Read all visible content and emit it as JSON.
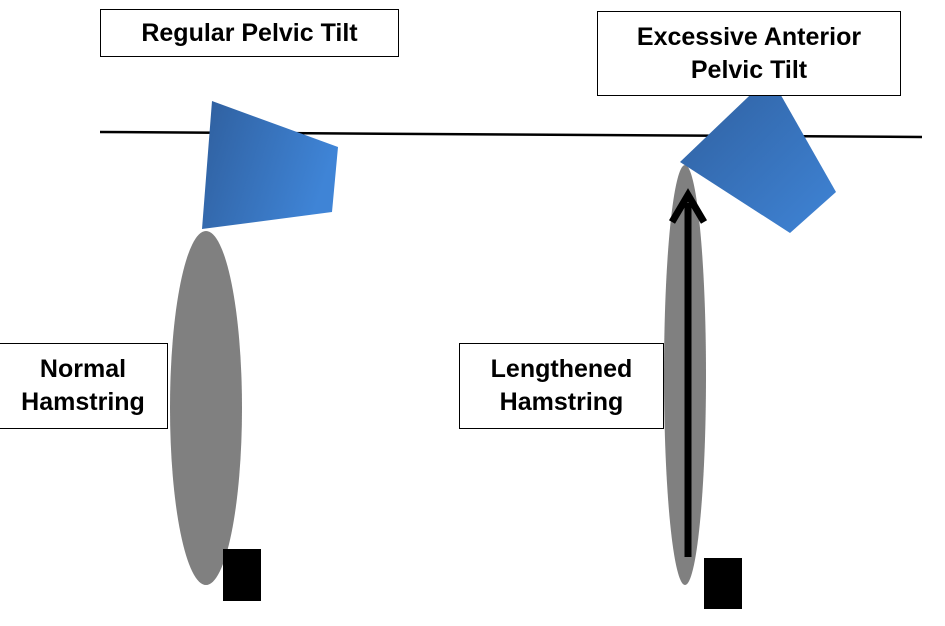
{
  "labels": {
    "regular_tilt": "Regular Pelvic Tilt",
    "excessive_tilt": [
      "Excessive Anterior",
      "Pelvic Tilt"
    ],
    "normal_hamstring": [
      "Normal",
      "Hamstring"
    ],
    "lengthened_hamstring": [
      "Lengthened",
      "Hamstring"
    ]
  },
  "colors": {
    "pelvis_dark": "#2f5f9e",
    "pelvis_light": "#3f84d6",
    "hamstring": "#808080",
    "line": "#000000",
    "anchor": "#000000"
  }
}
